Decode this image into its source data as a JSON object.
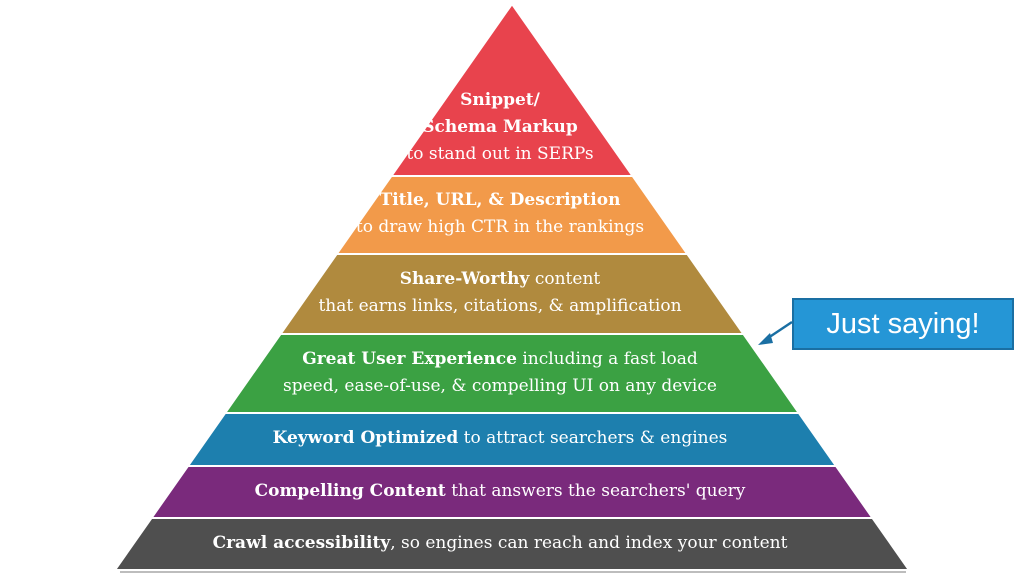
{
  "tiers": [
    {
      "color": "#e8434d",
      "lines": [
        [
          {
            "text": "Snippet/",
            "bold": true
          }
        ],
        [
          {
            "text": "Schema Markup",
            "bold": true
          }
        ],
        [
          {
            "text": "to stand out in SERPs",
            "bold": false
          }
        ]
      ]
    },
    {
      "color": "#f29a4a",
      "lines": [
        [
          {
            "text": "Title, URL, & Description",
            "bold": true
          }
        ],
        [
          {
            "text": "to draw high CTR in the rankings",
            "bold": false
          }
        ]
      ]
    },
    {
      "color": "#b08a3e",
      "lines": [
        [
          {
            "text": "Share-Worthy",
            "bold": true
          },
          {
            "text": " content",
            "bold": false
          }
        ],
        [
          {
            "text": "that earns links, citations, & amplification",
            "bold": false
          }
        ]
      ]
    },
    {
      "color": "#3ba143",
      "lines": [
        [
          {
            "text": "Great User Experience",
            "bold": true
          },
          {
            "text": " including a fast load",
            "bold": false
          }
        ],
        [
          {
            "text": "speed, ease-of-use, & compelling UI on any device",
            "bold": false
          }
        ]
      ]
    },
    {
      "color": "#1d7fae",
      "lines": [
        [
          {
            "text": "Keyword Optimized",
            "bold": true
          },
          {
            "text": " to attract searchers & engines",
            "bold": false
          }
        ]
      ]
    },
    {
      "color": "#7a2a7c",
      "lines": [
        [
          {
            "text": "Compelling Content",
            "bold": true
          },
          {
            "text": " that answers the searchers' query",
            "bold": false
          }
        ]
      ]
    },
    {
      "color": "#4f4f4f",
      "lines": [
        [
          {
            "text": "Crawl accessibility",
            "bold": true
          },
          {
            "text": ", so engines can reach and index your content",
            "bold": false
          }
        ]
      ]
    }
  ],
  "callout": {
    "label": "Just saying!",
    "color": "#2596d6"
  }
}
